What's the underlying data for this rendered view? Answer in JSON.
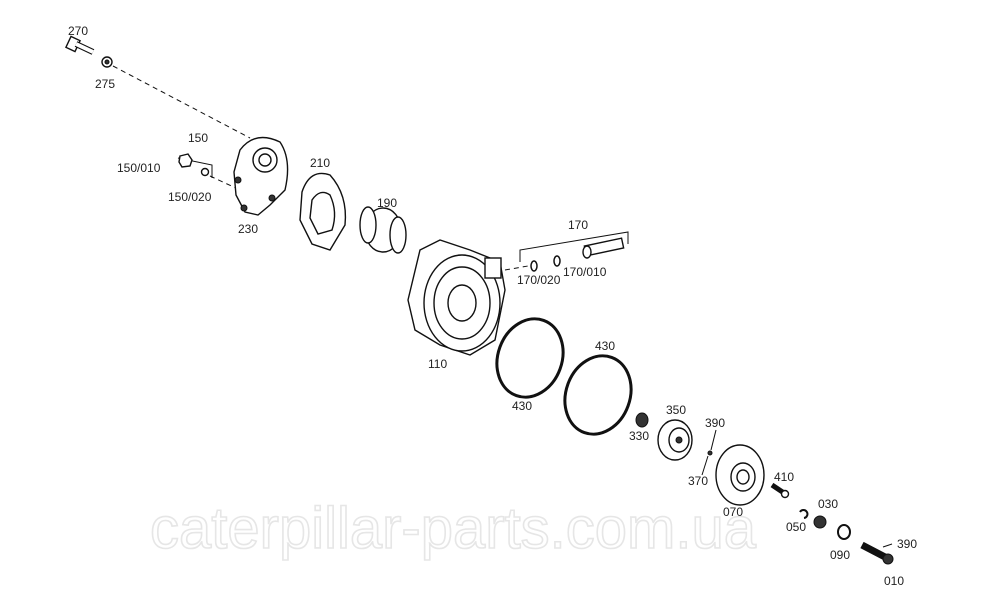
{
  "watermark": "caterpillar-parts.com.ua",
  "labels": {
    "p270": "270",
    "p275": "275",
    "p150": "150",
    "p150_010": "150/010",
    "p150_020": "150/020",
    "p230": "230",
    "p210": "210",
    "p190": "190",
    "p170": "170",
    "p170_020": "170/020",
    "p170_010": "170/010",
    "p110": "110",
    "p430a": "430",
    "p430b": "430",
    "p350": "350",
    "p330": "330",
    "p390a": "390",
    "p370": "370",
    "p410": "410",
    "p070": "070",
    "p030": "030",
    "p050": "050",
    "p090": "090",
    "p390b": "390",
    "p010": "010"
  }
}
